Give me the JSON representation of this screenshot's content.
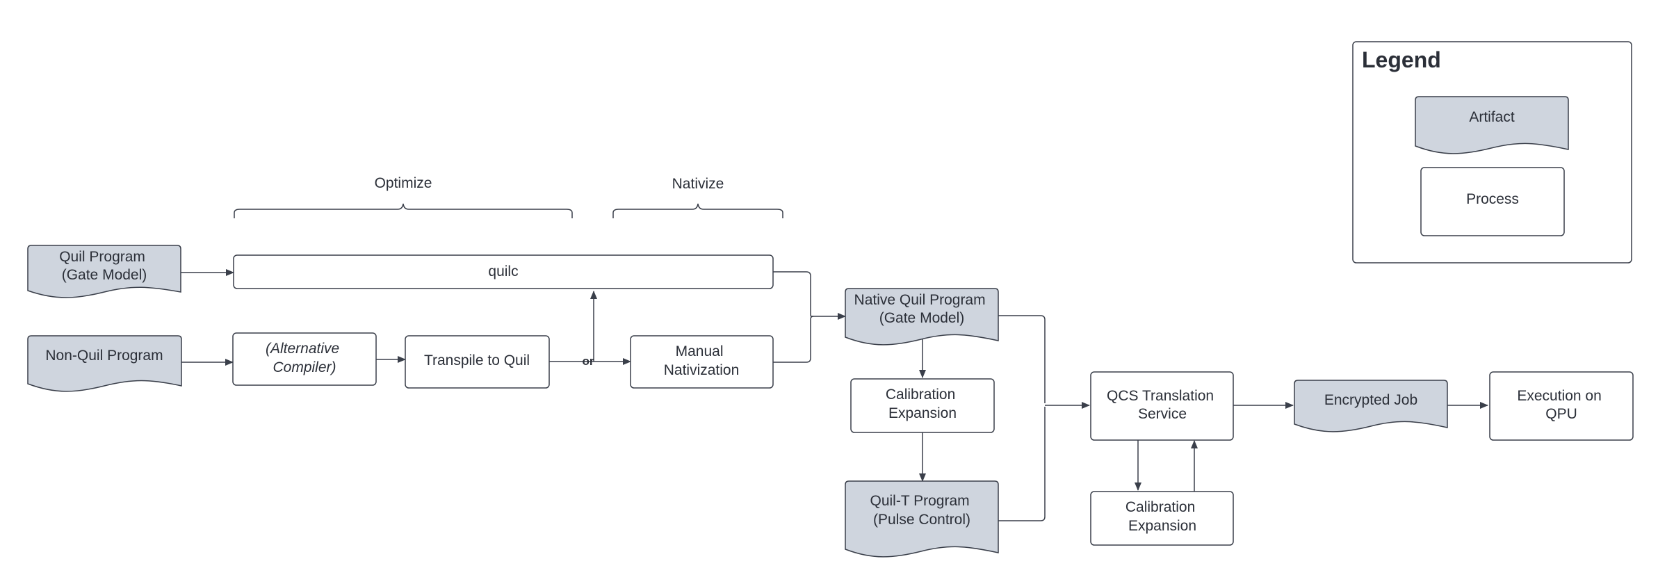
{
  "colors": {
    "artifact_fill": "#cfd5de",
    "process_fill": "#ffffff",
    "stroke": "#3a3f4a"
  },
  "braces": {
    "optimize": "Optimize",
    "nativize": "Nativize"
  },
  "artifacts": {
    "quil_program": [
      "Quil Program",
      "(Gate Model)"
    ],
    "non_quil_program": [
      "Non-Quil Program"
    ],
    "native_quil_program": [
      "Native Quil Program",
      "(Gate Model)"
    ],
    "quilt_program": [
      "Quil-T Program",
      "(Pulse Control)"
    ],
    "encrypted_job": [
      "Encrypted Job"
    ]
  },
  "processes": {
    "quilc": [
      "quilc"
    ],
    "alternative_compiler": [
      "(Alternative",
      "Compiler)"
    ],
    "transpile_to_quil": [
      "Transpile to Quil"
    ],
    "manual_nativization": [
      "Manual",
      "Nativization"
    ],
    "calibration_expansion_left": [
      "Calibration",
      "Expansion"
    ],
    "qcs_translation_service": [
      "QCS Translation",
      "Service"
    ],
    "calibration_expansion_right": [
      "Calibration",
      "Expansion"
    ],
    "execution_on_qpu": [
      "Execution on",
      "QPU"
    ]
  },
  "connector_labels": {
    "or": "or"
  },
  "legend": {
    "title": "Legend",
    "artifact": "Artifact",
    "process": "Process"
  }
}
